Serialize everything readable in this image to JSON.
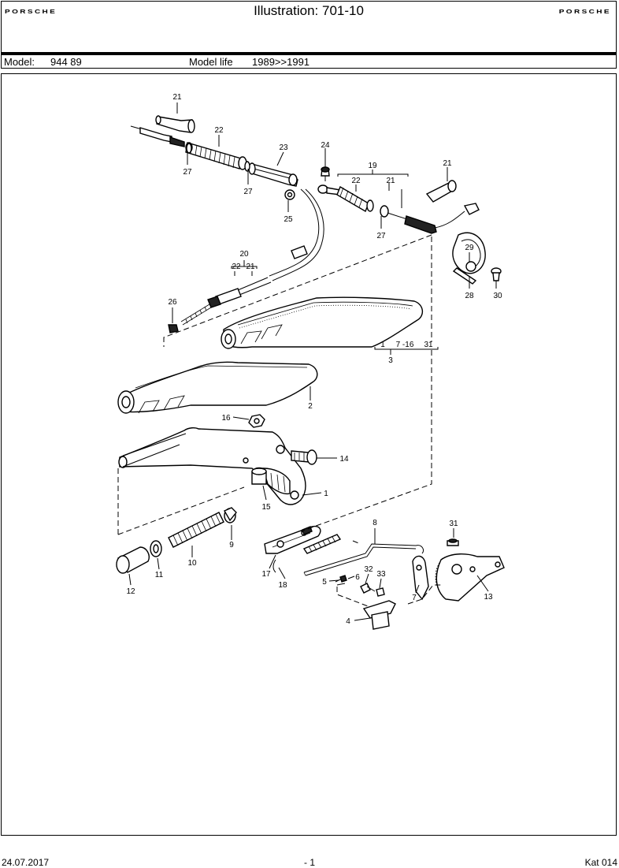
{
  "header": {
    "brand_left": "PORSCHE",
    "brand_right": "PORSCHE",
    "title": "Illustration: 701-10"
  },
  "model_bar": {
    "model_label": "Model:",
    "model_value": "944 89",
    "model_life_label": "Model life",
    "model_life_value": "1989>>1991"
  },
  "diagram": {
    "part_labels": {
      "p21a": "21",
      "p22a": "22",
      "p23": "23",
      "p24": "24",
      "p27a": "27",
      "p27b": "27",
      "p25": "25",
      "p19": "19",
      "p22b": "22",
      "p21b": "21",
      "p21c": "21",
      "p27c": "27",
      "p29": "29",
      "p28": "28",
      "p30": "30",
      "p20": "20",
      "p20sub_a": "22",
      "p20sub_b": "21",
      "p26": "26",
      "p3_sub_a": "1",
      "p3_sub_b": "7 -16",
      "p3_sub_c": "31",
      "p3": "3",
      "p2": "2",
      "p16": "16",
      "p14": "14",
      "p1": "1",
      "p15": "15",
      "p9": "9",
      "p10": "10",
      "p11": "11",
      "p12": "12",
      "p8": "8",
      "p31": "31",
      "p17": "17",
      "p18": "18",
      "p32": "32",
      "p33": "33",
      "p5": "5",
      "p6": "6",
      "p7": "7",
      "p13": "13",
      "p4": "4"
    }
  },
  "footer": {
    "date": "24.07.2017",
    "page": "- 1",
    "catalog": "Kat 014"
  }
}
